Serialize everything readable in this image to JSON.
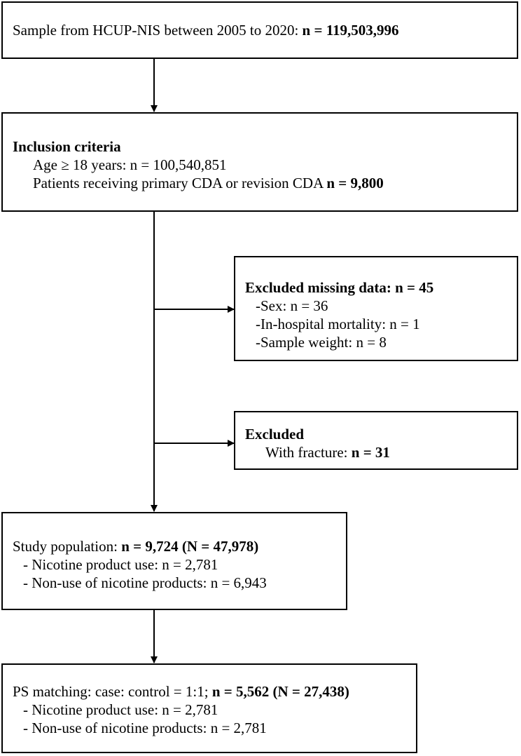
{
  "box1": {
    "prefix": "Sample from HCUP-NIS between 2005 to 2020: ",
    "count": "n = 119,503,996"
  },
  "box2": {
    "heading": "Inclusion criteria",
    "age_line": "Age ≥ 18 years: n = 100,540,851",
    "patients_prefix": "Patients receiving primary CDA or revision CDA ",
    "patients_count": "n = 9,800"
  },
  "box3": {
    "heading": "Excluded missing data: n = 45",
    "items": [
      "-Sex: n = 36",
      "-In-hospital mortality: n = 1",
      "-Sample weight: n = 8"
    ]
  },
  "box4": {
    "heading": "Excluded",
    "fracture_prefix": "With fracture: ",
    "fracture_count": "n = 31"
  },
  "box5": {
    "prefix": "Study population: ",
    "count": "n = 9,724 (N = 47,978)",
    "items": [
      "- Nicotine product use: n = 2,781",
      "- Non-use of nicotine products: n = 6,943"
    ]
  },
  "box6": {
    "prefix": "PS matching: case: control = 1:1; ",
    "count": "n = 5,562 (N =  27,438)",
    "items": [
      "- Nicotine product use: n = 2,781",
      "- Non-use of nicotine products: n = 2,781"
    ]
  }
}
